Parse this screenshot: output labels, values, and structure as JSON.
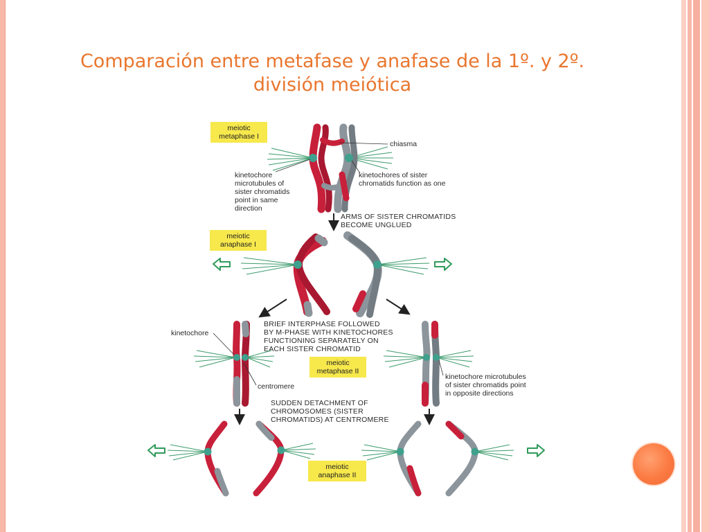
{
  "title": {
    "line1": "Comparación entre metafase y anafase de la 1º. y 2º.",
    "line2": "división meiótica"
  },
  "phases": {
    "metaphase_I": [
      "meiotic",
      "metaphase I"
    ],
    "anaphase_I": [
      "meiotic",
      "anaphase I"
    ],
    "metaphase_II": [
      "meiotic",
      "metaphase II"
    ],
    "anaphase_II": [
      "meiotic",
      "anaphase II"
    ]
  },
  "labels": {
    "chiasma": "chiasma",
    "kinetochore_microtubules": [
      "kinetochore",
      "microtubules of",
      "sister chromatids",
      "point in same",
      "direction"
    ],
    "kinetochores_sister": [
      "kinetochores of sister",
      "chromatids function as one"
    ],
    "kinetochore": "kinetochore",
    "centromere": "centromere",
    "kinetochore_opposite": [
      "kinetochore microtubules",
      "of sister chromatids point",
      "in opposite directions"
    ]
  },
  "captions": {
    "arms_unglued": [
      "ARMS OF SISTER CHROMATIDS",
      "BECOME UNGLUED"
    ],
    "brief_interphase": [
      "BRIEF INTERPHASE FOLLOWED",
      "BY M-PHASE WITH KINETOCHORES",
      "FUNCTIONING SEPARATELY ON",
      "EACH SISTER CHROMATID"
    ],
    "sudden_detachment": [
      "SUDDEN DETACHMENT OF",
      "CHROMOSOMES (SISTER",
      "CHROMATIDS) AT CENTROMERE"
    ]
  },
  "colors": {
    "title": "#e9762e",
    "red_chromatid": "#c8203a",
    "gray_chromatid": "#8c959b",
    "kinetochore": "#3fa08d",
    "microtubule": "#3a9a6a",
    "phase_box": "#f7e84c",
    "accent_orb": "#fb7a42"
  }
}
